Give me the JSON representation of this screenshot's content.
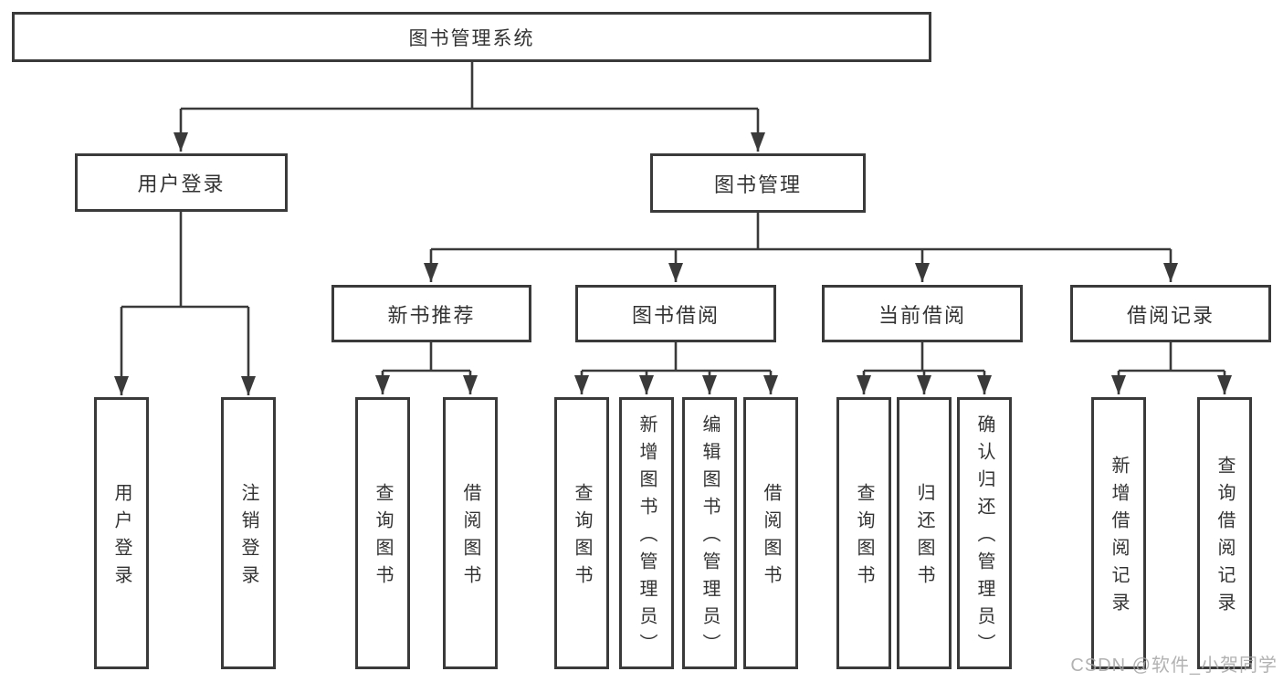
{
  "tree": {
    "label": "图书管理系统",
    "children": [
      {
        "label": "用户登录",
        "children": [
          {
            "label": "用户登录"
          },
          {
            "label": "注销登录"
          }
        ]
      },
      {
        "label": "图书管理",
        "children": [
          {
            "label": "新书推荐",
            "children": [
              {
                "label": "查询图书"
              },
              {
                "label": "借阅图书"
              }
            ]
          },
          {
            "label": "图书借阅",
            "children": [
              {
                "label": "查询图书"
              },
              {
                "label": "新增图书（管理员）"
              },
              {
                "label": "编辑图书（管理员）"
              },
              {
                "label": "借阅图书"
              }
            ]
          },
          {
            "label": "当前借阅",
            "children": [
              {
                "label": "查询图书"
              },
              {
                "label": "归还图书"
              },
              {
                "label": "确认归还（管理员）"
              }
            ]
          },
          {
            "label": "借阅记录",
            "children": [
              {
                "label": "新增借阅记录"
              },
              {
                "label": "查询借阅记录"
              }
            ]
          }
        ]
      }
    ]
  },
  "watermark": "CSDN @软件_小贺同学",
  "colors": {
    "line": "#3a3a3a",
    "text": "#333333",
    "background": "#ffffff",
    "watermark": "#a4a4a4"
  }
}
